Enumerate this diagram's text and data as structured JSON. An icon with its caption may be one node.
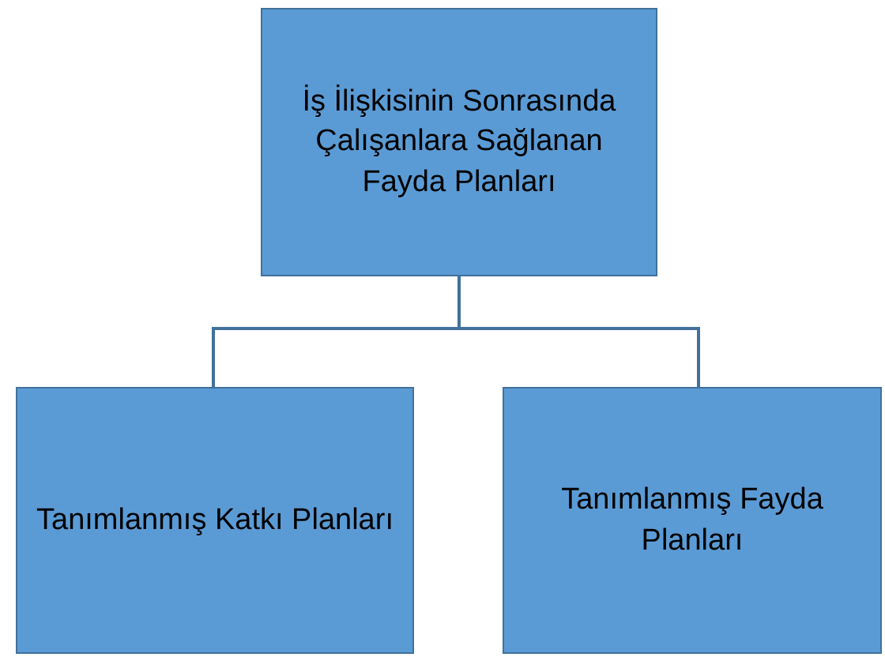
{
  "diagram": {
    "nodes": [
      {
        "text": [
          "İş İlişkisinin Sonrasında Çalışanlara Sağlanan Fayda Planları"
        ]
      },
      {
        "text": [
          "Tanımlanmış Katkı Planları"
        ]
      },
      {
        "text": [
          "Tanımlanmış Fayda Planları"
        ]
      }
    ],
    "edges": [
      {
        "from": 0,
        "to": 1,
        "arrow": "none"
      },
      {
        "from": 0,
        "to": 2,
        "arrow": "none"
      }
    ]
  }
}
